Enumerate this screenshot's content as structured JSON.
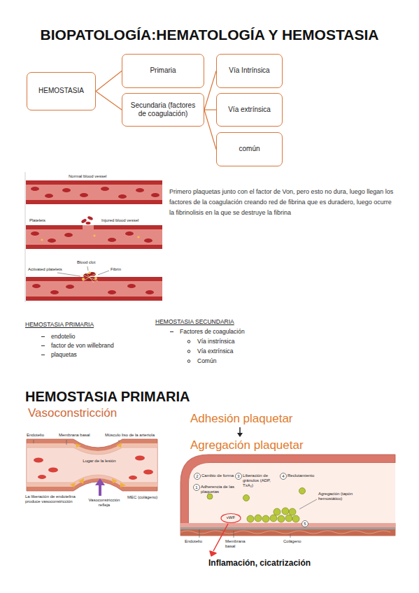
{
  "diagram": {
    "title": "BIOPATOLOGÍA:HEMATOLOGÍA Y HEMOSTASIA",
    "nodes": [
      {
        "text": [
          "HEMOSTASIA"
        ]
      },
      {
        "text": [
          "Primaria"
        ]
      },
      {
        "text": [
          "Secundaria (factores de coagulación)"
        ]
      },
      {
        "text": [
          "Vía Intrínsica"
        ]
      },
      {
        "text": [
          "Vía extrínsica"
        ]
      },
      {
        "text": [
          "común"
        ]
      }
    ],
    "edges": [
      {
        "from": 0,
        "to": 1,
        "arrow": "none"
      },
      {
        "from": 0,
        "to": 2,
        "arrow": "none"
      },
      {
        "from": 2,
        "to": 3,
        "arrow": "none"
      },
      {
        "from": 2,
        "to": 4,
        "arrow": "none"
      },
      {
        "from": 2,
        "to": 5,
        "arrow": "none"
      }
    ],
    "labels": [
      "Normal blood vessel",
      "Platelets",
      "Injured blood vessel",
      "Activated platelets",
      "Blood clot",
      "Fibrin",
      "Primero plaquetas junto con el factor de Von, pero esto no dura, luego llegan los factores de la coagulación creando red de fibrina que es duradero, luego ocurre la fibrinolisis en la que se destruye la fibrina",
      "HEMOSTASIA PRIMARIA",
      "endotelio",
      "factor de von willebrand",
      "plaquetas",
      "HEMOSTASIA SECUNDARIA",
      "Factores de coagulación",
      "Vía instrínsica",
      "Vía extrínsica",
      "Común",
      "HEMOSTASIA PRIMARIA",
      "Vasoconstricción",
      "Endotelio",
      "Membrana basal",
      "Músculo liso de la arteriola",
      "Lugar de la lesión",
      "La liberación de endotelina produce vasoconstricción",
      "Vasoconstricción refleja",
      "MEC (colágeno)",
      "Adhesión plaquetar",
      "Agregación plaquetar",
      "2",
      "Cambio de forma",
      "3",
      "Liberación de gránulos (ADP, TxA₂)",
      "4",
      "Reclutamiento",
      "1",
      "Adherencia de las plaquetas",
      "vWF",
      "Agregación (tapón hemostático)",
      "5",
      "Endotelio",
      "Membrana basal",
      "Colágeno",
      "Inflamación, cicatrización"
    ]
  }
}
